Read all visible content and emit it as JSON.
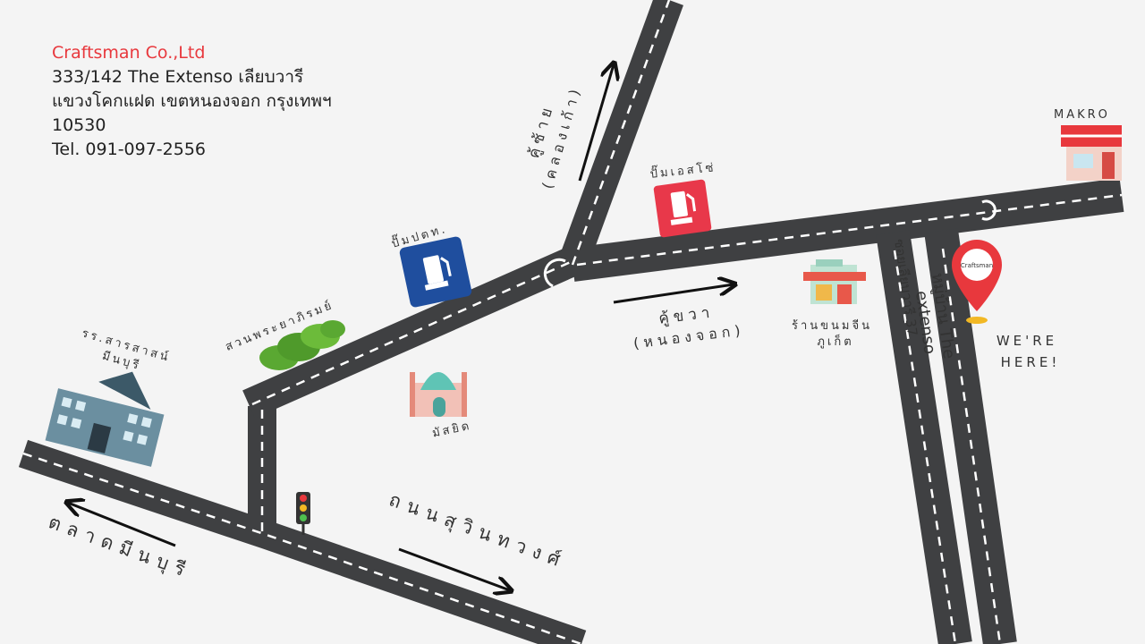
{
  "company": {
    "name": "Craftsman Co.,Ltd",
    "address1": "333/142 The Extenso เลียบวารี",
    "address2": "แขวงโคกแฝด เขตหนองจอก กรุงเทพฯ",
    "postcode": "10530",
    "tel": "Tel. 091-097-2556"
  },
  "labels": {
    "makro": "MAKRO",
    "left_lane": "คู้ซ้าย",
    "left_lane_sub": "(คลองเก้า)",
    "right_lane": "คู้ขวา",
    "right_lane_sub": "(หนองจอก)",
    "ptt": "ปั๊มปตท.",
    "esso": "ปั๊มเอสโซ่",
    "park": "สวนพระยาภิรมย์",
    "school_1": "รร.สารสาสน์",
    "school_2": "มีนบุรี",
    "mosque": "มัสยิด",
    "shop_1": "ร้านขนมจีน",
    "shop_2": "ภูเก็ต",
    "soi": "ซอยเลียบวารี 37",
    "village_1": "หมู่บ้าน The",
    "village_2": "extenso",
    "here_1": "WE'RE",
    "here_2": "HERE!",
    "market": "ตลาดมีนบุรี",
    "main_road": "ถนนสุวินทวงศ์",
    "pin_logo": "Craftsman"
  },
  "colors": {
    "road": "#3f4042",
    "accent": "#e8383d",
    "pump_blue": "#1f4e9e",
    "pump_red": "#e8384a"
  }
}
